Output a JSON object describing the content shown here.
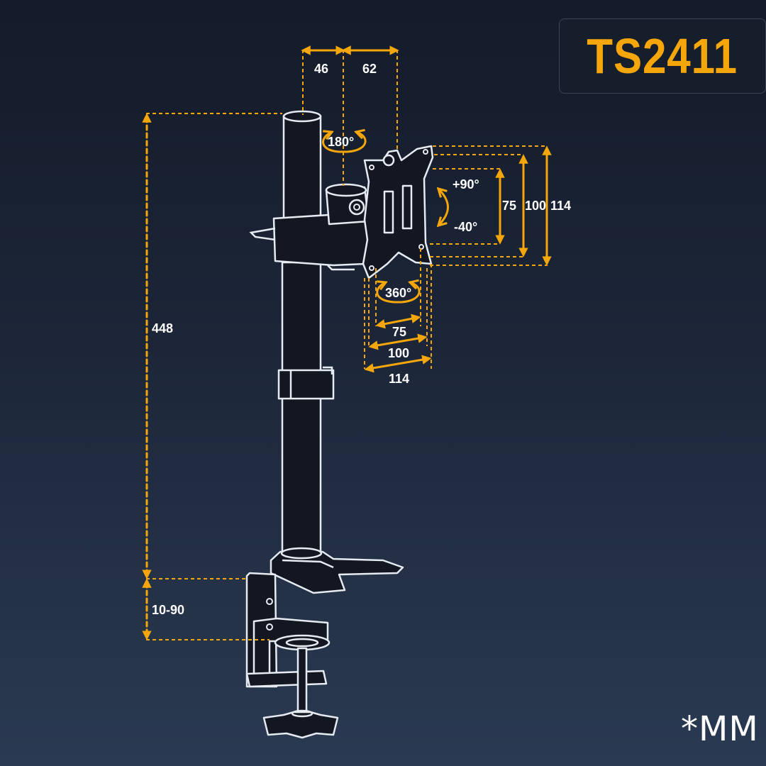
{
  "badge": {
    "model": "TS2411"
  },
  "units_note": "*MM",
  "dimensions": {
    "arm_offset_left": "46",
    "arm_offset_right": "62",
    "pole_height": "448",
    "desk_clamp_range": "10-90",
    "vesa_h_75": "75",
    "vesa_h_100": "100",
    "vesa_h_114": "114",
    "vesa_v_75": "75",
    "vesa_v_100": "100",
    "vesa_v_114": "114"
  },
  "rotations": {
    "swivel": "180°",
    "rotate": "360°",
    "tilt_up": "+90°",
    "tilt_down": "-40°"
  },
  "colors": {
    "accent": "#f4a60a",
    "line": "#e6ebf2",
    "background": "#1c2638"
  }
}
